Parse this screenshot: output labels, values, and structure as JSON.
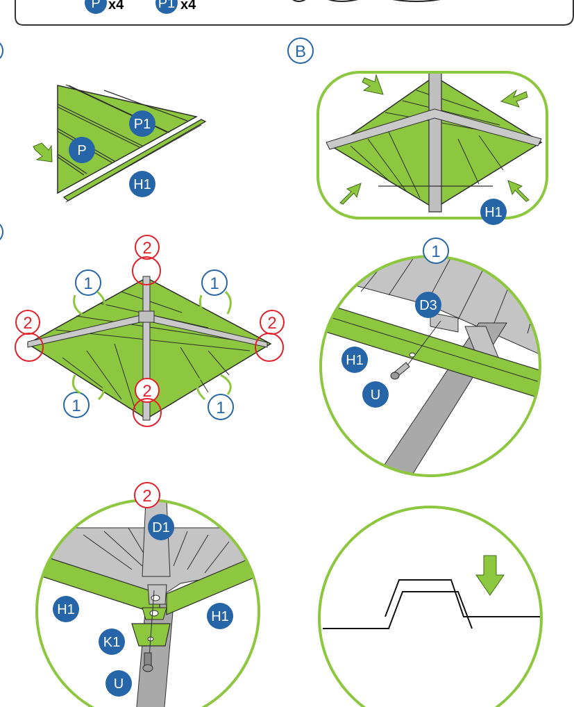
{
  "parts_box": {
    "items": [
      {
        "label": "P",
        "qty": "x4"
      },
      {
        "label": "P1",
        "qty": "x4"
      }
    ]
  },
  "steps": {
    "b_label": "B"
  },
  "panel_a": {
    "badges": {
      "p1": "P1",
      "p": "P",
      "h1": "H1"
    }
  },
  "panel_b": {
    "badges": {
      "h1": "H1"
    }
  },
  "roof_plan": {
    "red_markers": {
      "top": "2",
      "left": "2",
      "right": "2",
      "bottom": "2"
    },
    "blue_markers": {
      "tl": "1",
      "tr": "1",
      "bl": "1",
      "br": "1"
    }
  },
  "detail_1": {
    "marker": "1",
    "badges": {
      "d3": "D3",
      "h1": "H1",
      "u": "U"
    }
  },
  "detail_2": {
    "marker": "2",
    "badges": {
      "d1": "D1",
      "h1_left": "H1",
      "h1_right": "H1",
      "k1": "K1",
      "u": "U"
    }
  },
  "colors": {
    "green": "#8dc63f",
    "dark_green": "#4d7a1f",
    "badge_blue": "#2565a8",
    "ring_red": "#e0202a",
    "ring_blue": "#2565a8",
    "grey": "#c4c4c4",
    "steel": "#a9a9a9"
  }
}
